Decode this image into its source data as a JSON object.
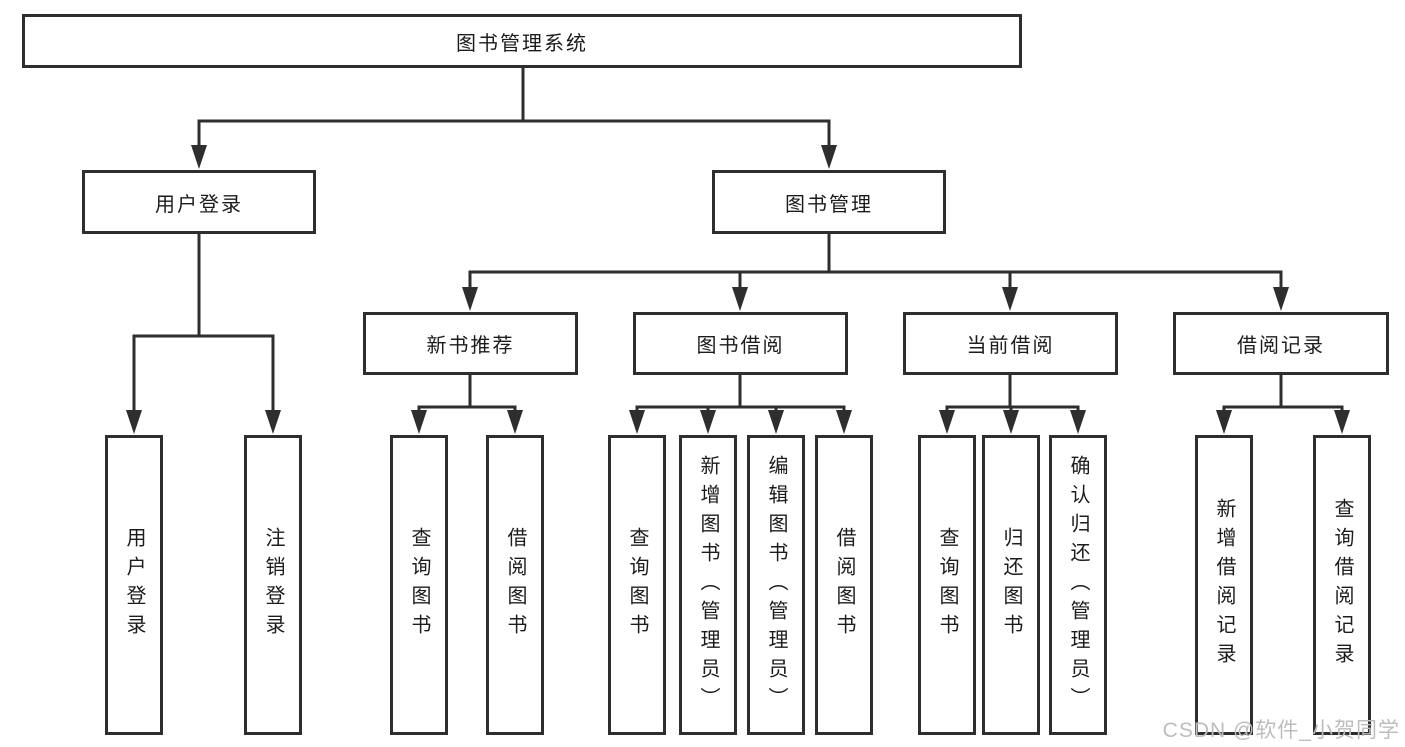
{
  "diagram": {
    "root": "图书管理系统",
    "level1": {
      "user_login": "用户登录",
      "book_management": "图书管理"
    },
    "level2": [
      "新书推荐",
      "图书借阅",
      "当前借阅",
      "借阅记录"
    ],
    "leaves": {
      "login": [
        "用户登录",
        "注销登录"
      ],
      "recommend": [
        "查询图书",
        "借阅图书"
      ],
      "borrow": [
        "查询图书",
        "新增图书（管理员）",
        "编辑图书（管理员）",
        "借阅图书"
      ],
      "current": [
        "查询图书",
        "归还图书",
        "确认归还（管理员）"
      ],
      "records": [
        "新增借阅记录",
        "查询借阅记录"
      ]
    }
  },
  "colors": {
    "line": "#2e2e2e",
    "text": "#1c1c1c",
    "watermark": "#bdbdbd"
  },
  "watermark": "CSDN @软件_小贺同学"
}
